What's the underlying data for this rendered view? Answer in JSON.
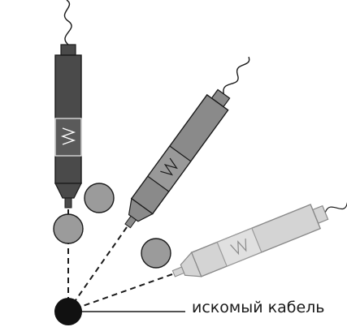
{
  "label": {
    "target_cable": "искомый кабель"
  },
  "colors": {
    "probe_dark": "#4a4a4a",
    "probe_medium": "#8a8a8a",
    "probe_light": "#d4d4d4",
    "ball_fill": "#9b9b9b",
    "cable_dot": "#111111",
    "line": "#1a1a1a"
  },
  "probes": [
    {
      "name": "probe-vertical",
      "shade": "dark"
    },
    {
      "name": "probe-tilted",
      "shade": "medium"
    },
    {
      "name": "probe-low-angle",
      "shade": "light"
    }
  ]
}
